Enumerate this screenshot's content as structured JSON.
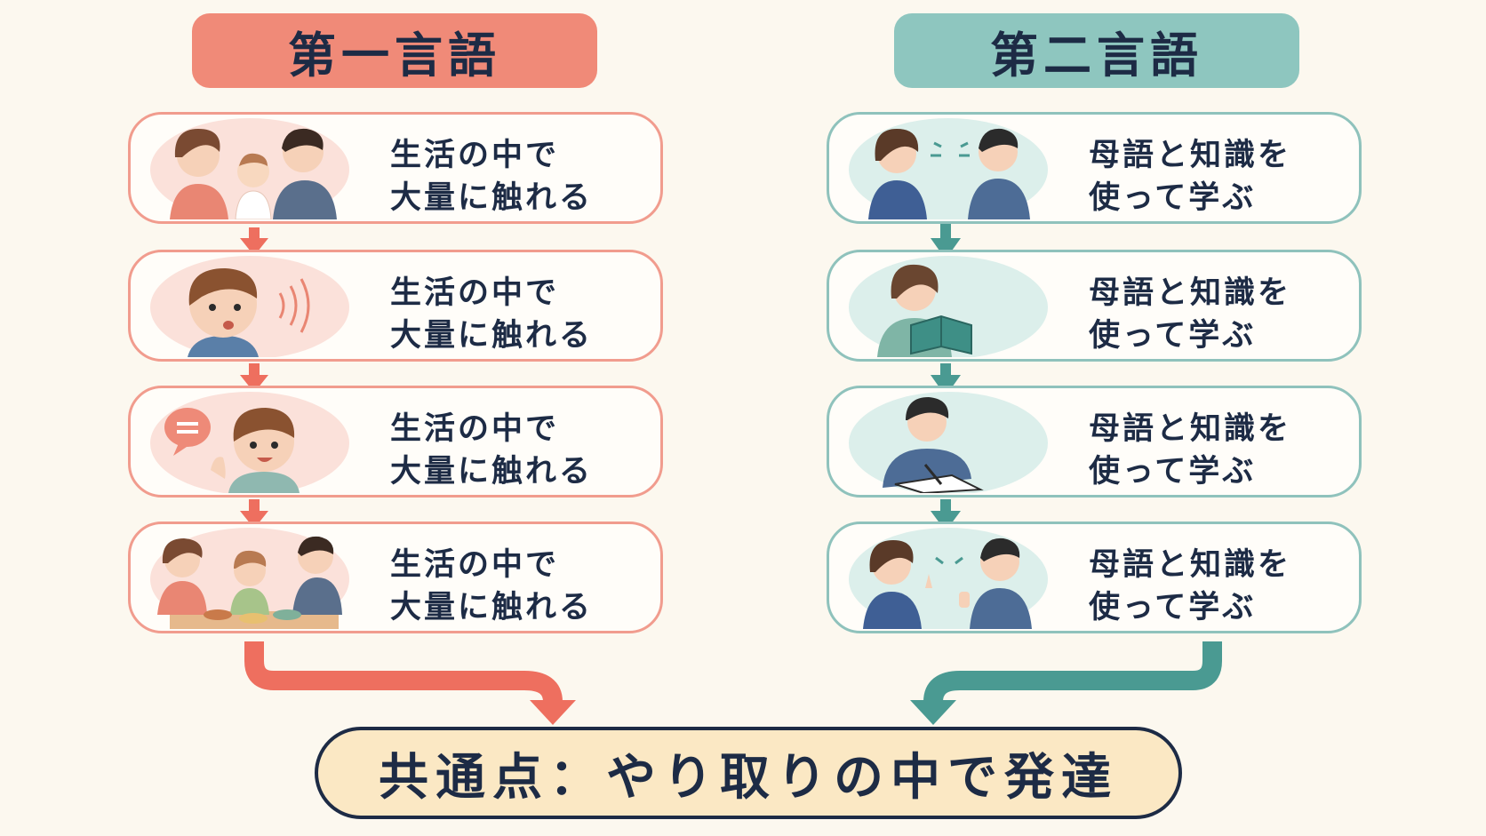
{
  "first_language": {
    "title": "第一言語",
    "steps": [
      {
        "line1": "生活の中で",
        "line2": "大量に触れる",
        "icon": "family-with-baby-icon"
      },
      {
        "line1": "生活の中で",
        "line2": "大量に触れる",
        "icon": "child-listening-icon"
      },
      {
        "line1": "生活の中で",
        "line2": "大量に触れる",
        "icon": "child-speaking-icon"
      },
      {
        "line1": "生活の中で",
        "line2": "大量に触れる",
        "icon": "family-meal-icon"
      }
    ]
  },
  "second_language": {
    "title": "第二言語",
    "steps": [
      {
        "line1": "母語と知識を",
        "line2": "使って学ぶ",
        "icon": "two-adults-talking-icon"
      },
      {
        "line1": "母語と知識を",
        "line2": "使って学ぶ",
        "icon": "woman-reading-book-icon"
      },
      {
        "line1": "母語と知識を",
        "line2": "使って学ぶ",
        "icon": "man-writing-notes-icon"
      },
      {
        "line1": "母語と知識を",
        "line2": "使って学ぶ",
        "icon": "two-adults-conversation-icon"
      }
    ]
  },
  "conclusion": "共通点：やり取りの中で発達",
  "colors": {
    "first_accent": "#f08a78",
    "first_arrow": "#ee6f5f",
    "second_accent": "#8ec6bf",
    "second_arrow": "#4a9a92",
    "conclusion_bg": "#fbe8c4",
    "text": "#1d2b45",
    "background": "#fcf8ef"
  }
}
